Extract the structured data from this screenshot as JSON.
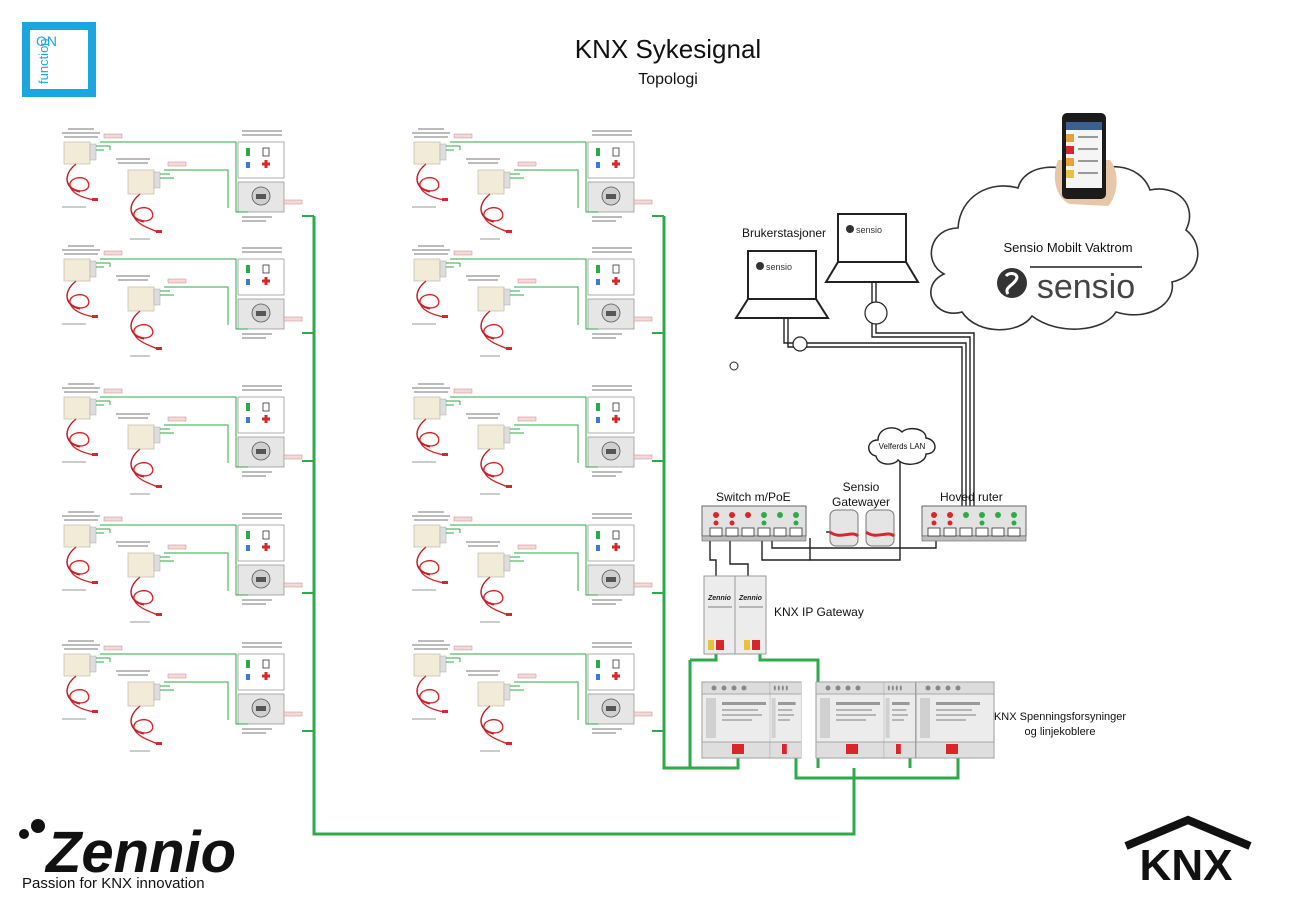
{
  "header": {
    "title": "KNX Sykesignal",
    "subtitle": "Topologi"
  },
  "logo_function_on": {
    "line1": "function",
    "line2": "ON"
  },
  "labels": {
    "workstations": "Brukerstasjoner",
    "cloud": "Sensio Mobilt Vaktrom",
    "sensio_word": "sensio",
    "velferds_lan": "Velferds LAN",
    "switch": "Switch m/PoE",
    "gateways_line1": "Sensio",
    "gateways_line2": "Gatewayer",
    "router": "Hoved ruter",
    "ip_gateway": "KNX IP Gateway",
    "psu_line1": "KNX Spenningsforsyninger",
    "psu_line2": "og linjekoblere",
    "device_brand": "Zennio"
  },
  "zennio_logo": {
    "name": "Zennio",
    "tagline": "Passion for KNX innovation"
  },
  "knx_logo": {
    "name": "KNX"
  },
  "colors": {
    "knx_bus": "#2eaa4a",
    "network_cable": "#222222",
    "logo_blue": "#1ba6e0",
    "alarm_red": "#d8262b",
    "cloud_border": "#333333"
  }
}
